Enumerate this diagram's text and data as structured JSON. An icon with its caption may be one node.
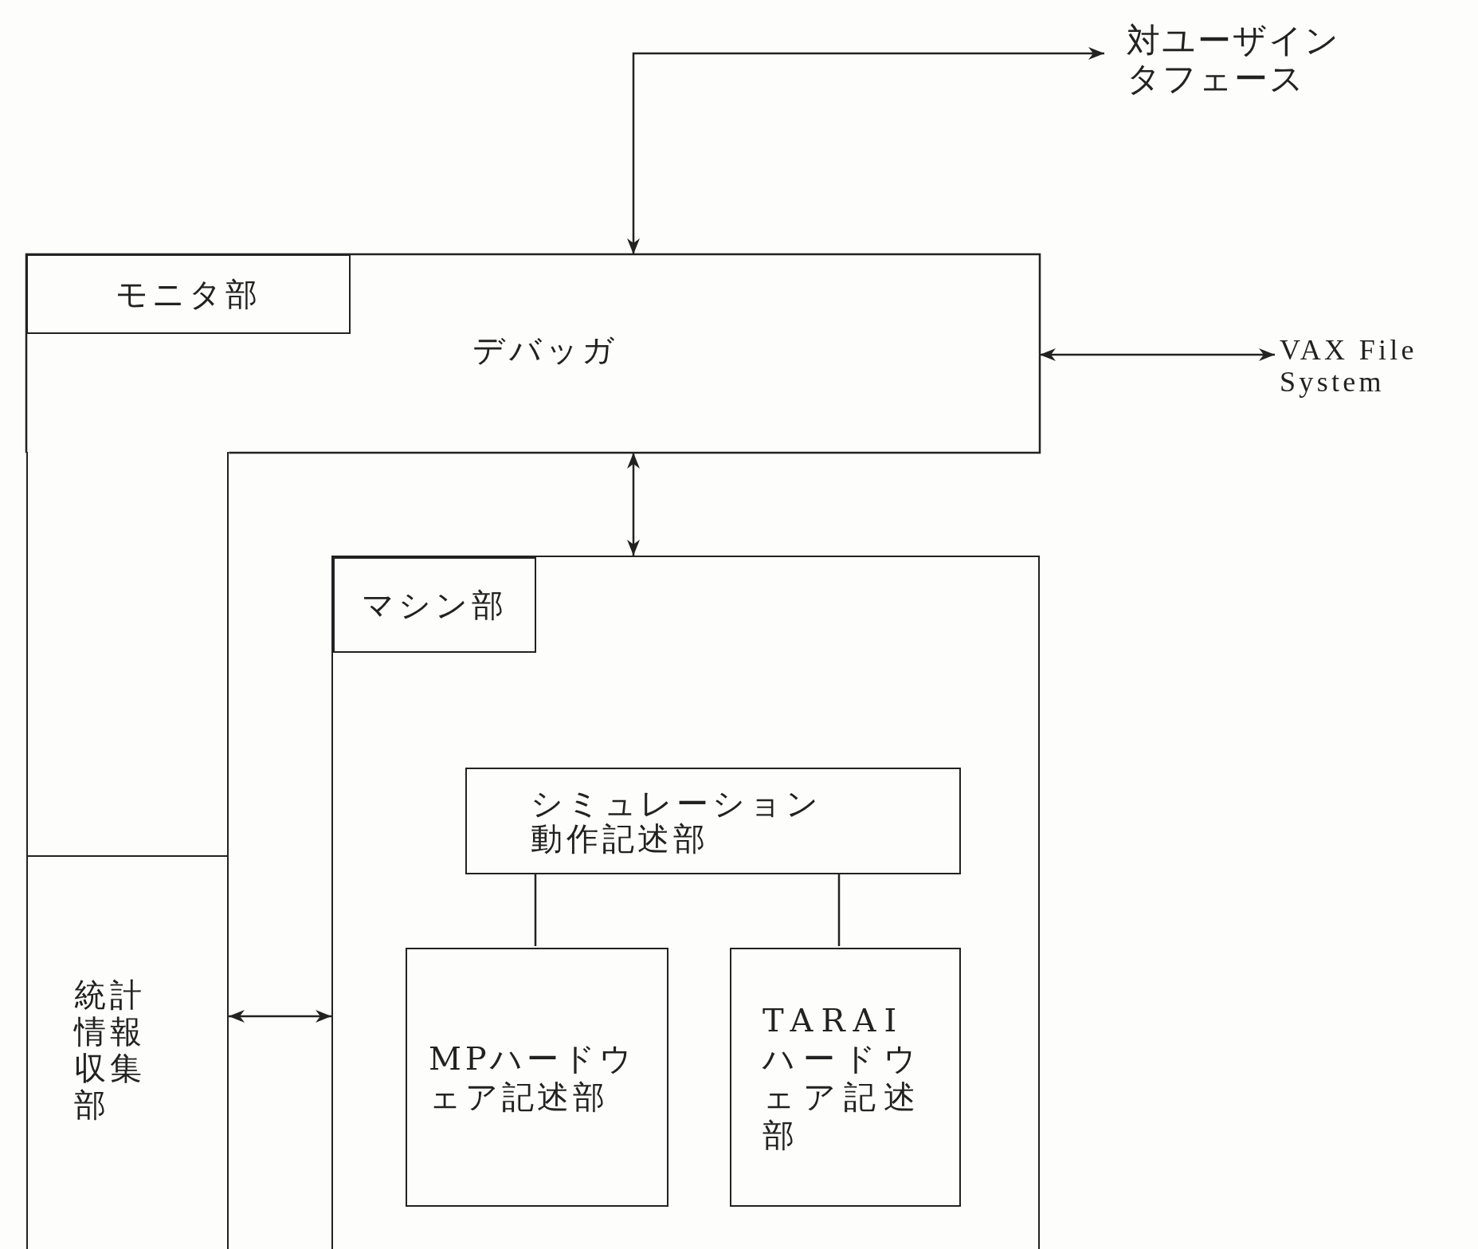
{
  "diagram": {
    "nodes": [
      {
        "text": [
          "デバッガ"
        ]
      },
      {
        "text": [
          "モニタ部"
        ],
        "in": 0
      },
      {
        "text": [
          "統計情報収集部"
        ]
      },
      {
        "text": [],
        "shape": "box"
      },
      {
        "text": [
          "マシン部"
        ],
        "in": 3
      },
      {
        "text": [
          "シミュレーション動作記述部"
        ],
        "in": 3
      },
      {
        "text": [
          "MPハードウェア記述部"
        ],
        "in": 3
      },
      {
        "text": [
          "TARAIハードウェア記述部"
        ],
        "in": 3
      },
      {
        "text": [
          "対ユーザインタフェース"
        ]
      },
      {
        "text": [
          "VAX File System"
        ]
      }
    ],
    "edges": [
      {
        "from": 0,
        "to": 8,
        "arrow": "both"
      },
      {
        "from": 0,
        "to": 9,
        "arrow": "both"
      },
      {
        "from": 0,
        "to": 3,
        "arrow": "both"
      },
      {
        "from": 2,
        "to": 3,
        "arrow": "both"
      },
      {
        "from": 5,
        "to": 6,
        "arrow": "none"
      },
      {
        "from": 5,
        "to": 7,
        "arrow": "none"
      }
    ]
  }
}
